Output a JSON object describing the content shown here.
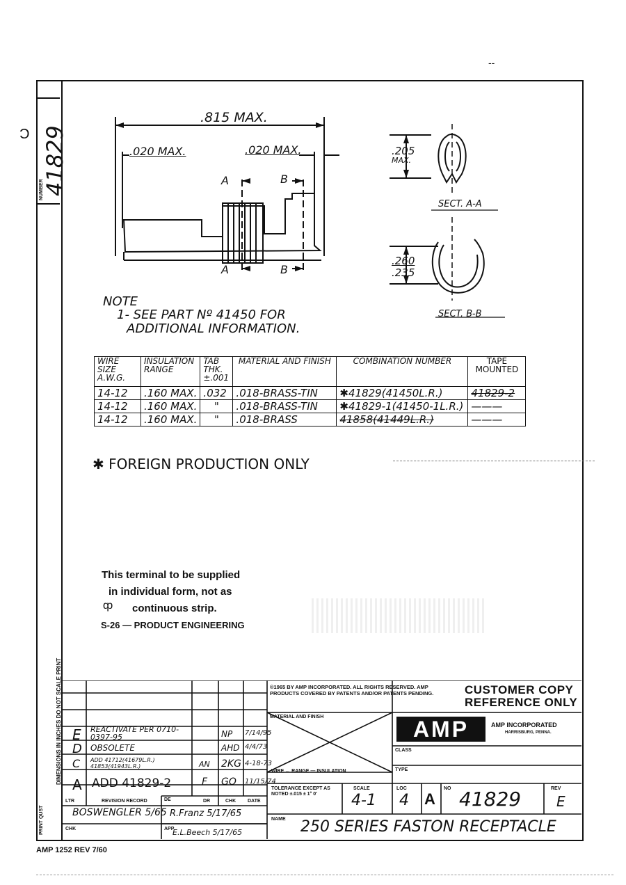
{
  "top_mark": "--",
  "drawing_number": "41829",
  "side_number_label": "NUMBER",
  "side_left_mark": "Ɔ",
  "side_note": "DIMENSIONS IN INCHES   DO NOT SCALE PRINT",
  "print_label": "PRINT QUST",
  "dims": {
    "overall": ".815 MAX.",
    "left_gap": ".020 MAX.",
    "right_gap": ".020 MAX.",
    "height_aa": ".205",
    "height_aa_unit": "MAX.",
    "height_bb_top": ".260",
    "height_bb_bottom": ".235",
    "sec_a": "A",
    "sec_b": "B",
    "sect_aa": "SECT. A-A",
    "sect_bb": "SECT. B-B"
  },
  "note": {
    "title": "NOTE",
    "line1": "1- SEE PART Nº 41450 FOR",
    "line2": "ADDITIONAL INFORMATION."
  },
  "spec_table": {
    "headers": [
      "WIRE SIZE A.W.G.",
      "INSULATION RANGE",
      "TAB THK. ±.001",
      "MATERIAL AND FINISH",
      "COMBINATION NUMBER",
      "TAPE MOUNTED"
    ],
    "rows": [
      [
        "14-12",
        ".160 MAX.",
        ".032",
        ".018-BRASS-TIN",
        "✱41829(41450L.R.)",
        "41829-2"
      ],
      [
        "14-12",
        ".160 MAX.",
        "\"",
        ".018-BRASS-TIN",
        "✱41829-1(41450-1L.R.)",
        "———"
      ],
      [
        "14-12",
        ".160 MAX.",
        "\"",
        ".018-BRASS",
        "41858(41449L.R.)",
        "———"
      ]
    ]
  },
  "foreign_note": "✱ FOREIGN PRODUCTION ONLY",
  "stamp": {
    "line1": "This terminal to be supplied",
    "line2": "in individual form, not as",
    "line3": "continuous strip.",
    "line4": "S-26 — PRODUCT ENGINEERING",
    "mark": "ȹ"
  },
  "revisions": [
    {
      "ltr": "E",
      "record": "REACTIVATE PER 0710-0397-95",
      "dr": "",
      "chk": "NP",
      "date": "7/14/95"
    },
    {
      "ltr": "D",
      "record": "OBSOLETE",
      "dr": "",
      "chk": "AHD",
      "date": "4/4/73"
    },
    {
      "ltr": "C",
      "record": "ADD 41712(41679L.R.) 41853(41943L.R.)",
      "dr": "AN",
      "chk": "2KG",
      "date": "4-18-73"
    },
    {
      "ltr": "A",
      "record": "ADD 41829-2",
      "dr": "F",
      "chk": "GO",
      "date": "11/15/74"
    }
  ],
  "rev_headers": {
    "ltr": "LTR",
    "record": "REVISION RECORD",
    "dr": "DR",
    "chk": "CHK",
    "date": "DATE"
  },
  "signoff": {
    "dr_name": "BOSWENGLER 5/65",
    "chk_label": "CHK",
    "de_label": "DE",
    "de_name": "R.Franz 5/17/65",
    "app_label": "APP",
    "app_name": "E.L.Beech 5/17/65"
  },
  "copyright": "©1965 BY AMP INCORPORATED. ALL RIGHTS RESERVED. AMP PRODUCTS COVERED BY PATENTS AND/OR PATENTS PENDING.",
  "customer_copy": "CUSTOMER COPY",
  "reference_only": "REFERENCE ONLY",
  "material_label": "MATERIAL AND FINISH",
  "wire_range_label": "WIRE ← RANGE — INSULATION",
  "tolerance_label": "TOLERANCE EXCEPT AS NOTED ±.015   ± 1° 0'",
  "scale_label": "SCALE",
  "scale_value": "4-1",
  "amp_logo": "AMP",
  "amp_inc": "AMP INCORPORATED",
  "amp_city": "HARRISBURG, PENNA.",
  "class_label": "CLASS",
  "type_label": "TYPE",
  "loc_label": "LOC",
  "loc_value": "4",
  "size_letter": "A",
  "no_label": "NO",
  "rev_label": "REV",
  "rev_value": "E",
  "name_label": "NAME",
  "part_name": "250 SERIES FASTON RECEPTACLE",
  "form_number": "AMP 1252  REV 7/60"
}
